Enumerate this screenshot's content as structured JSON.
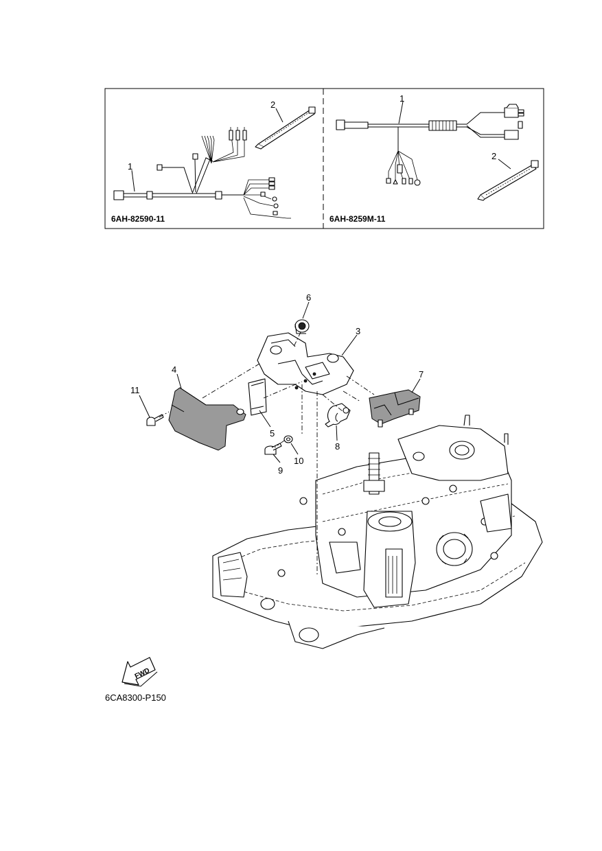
{
  "inset": {
    "left_panel": {
      "code": "6AH-82590-11",
      "callouts": [
        "1",
        "2"
      ]
    },
    "right_panel": {
      "code": "6AH-8259M-11",
      "callouts": [
        "1",
        "2"
      ]
    }
  },
  "main": {
    "callouts": [
      "3",
      "4",
      "5",
      "6",
      "7",
      "8",
      "9",
      "10",
      "11"
    ]
  },
  "direction_label": "FWD",
  "figure_code": "6CA8300-P150"
}
